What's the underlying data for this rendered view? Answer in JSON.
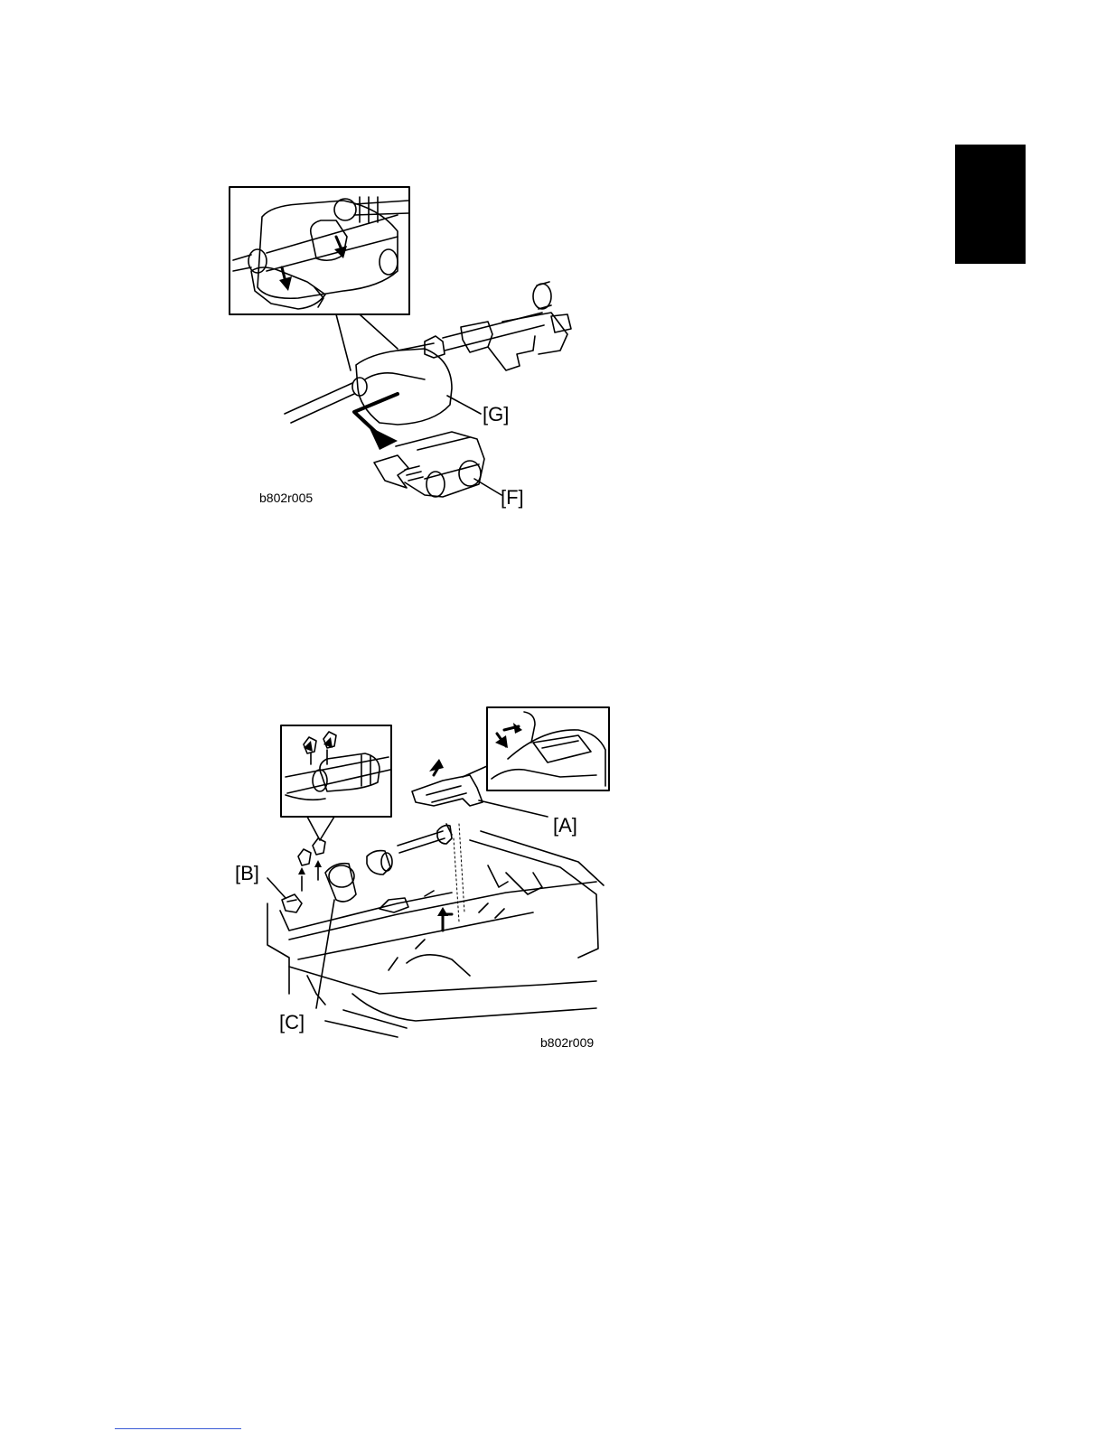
{
  "figure1": {
    "code": "b802r005",
    "labels": {
      "g": "[G]",
      "f": "[F]"
    }
  },
  "figure2": {
    "code": "b802r009",
    "labels": {
      "a": "[A]",
      "b": "[B]",
      "c": "[C]"
    }
  }
}
